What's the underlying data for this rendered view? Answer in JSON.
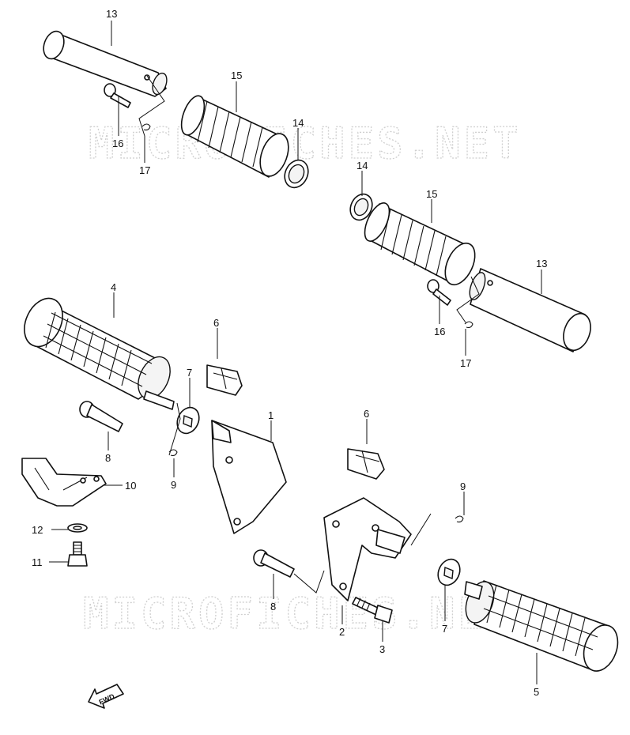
{
  "watermark": "MICROFICHES.NET",
  "fwd_label": "FWD",
  "callouts": {
    "c13a": "13",
    "c15a": "15",
    "c14a": "14",
    "c16a": "16",
    "c17a": "17",
    "c14b": "14",
    "c15b": "15",
    "c13b": "13",
    "c16b": "16",
    "c17b": "17",
    "c4": "4",
    "c6a": "6",
    "c7a": "7",
    "c1": "1",
    "c8a": "8",
    "c9a": "9",
    "c10": "10",
    "c12": "12",
    "c11": "11",
    "c6b": "6",
    "c9b": "9",
    "c8b": "8",
    "c2": "2",
    "c3": "3",
    "c7b": "7",
    "c5": "5"
  }
}
